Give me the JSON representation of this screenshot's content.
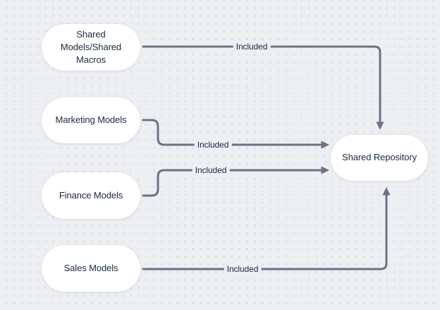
{
  "diagram": {
    "nodes": [
      {
        "id": "shared-models-macros",
        "label": "Shared Models/Shared Macros"
      },
      {
        "id": "marketing-models",
        "label": "Marketing Models"
      },
      {
        "id": "finance-models",
        "label": "Finance Models"
      },
      {
        "id": "sales-models",
        "label": "Sales Models"
      },
      {
        "id": "shared-repository",
        "label": "Shared Repository"
      }
    ],
    "edges": [
      {
        "from": "shared-models-macros",
        "to": "shared-repository",
        "label": "Included"
      },
      {
        "from": "marketing-models",
        "to": "shared-repository",
        "label": "Included"
      },
      {
        "from": "finance-models",
        "to": "shared-repository",
        "label": "Included"
      },
      {
        "from": "sales-models",
        "to": "shared-repository",
        "label": "Included"
      }
    ],
    "colors": {
      "background": "#edeff3",
      "dot": "#d5d9e0",
      "connector": "#6a7482",
      "node_fill": "#ffffff",
      "text": "#1c2940"
    }
  }
}
